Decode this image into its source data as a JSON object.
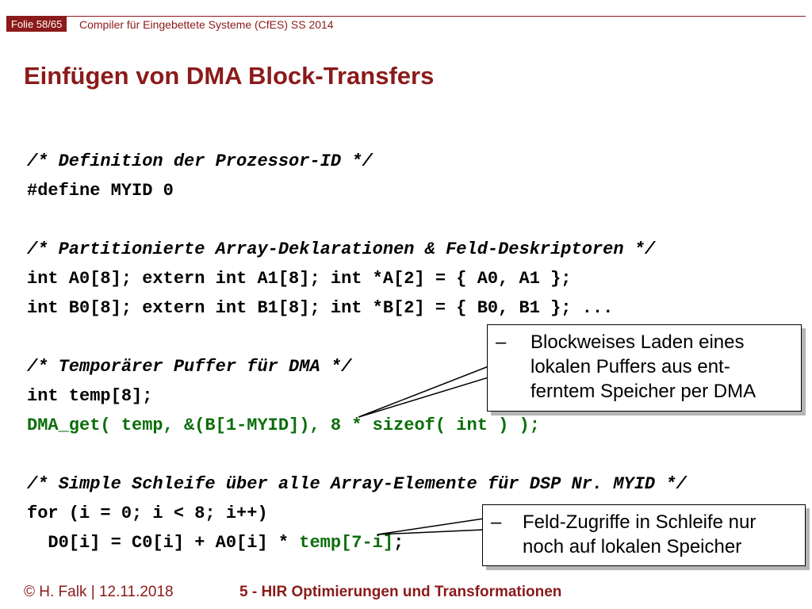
{
  "header": {
    "slide_number": "Folie 58/65",
    "course": "Compiler für Eingebettete Systeme (CfES) SS 2014"
  },
  "title": "Einfügen von DMA Block-Transfers",
  "code_lines": [
    "/* Definition der Prozessor-ID */",
    "#define MYID 0",
    "/* Partitionierte Array-Deklarationen & Feld-Deskriptoren */",
    "int A0[8]; extern int A1[8]; int *A[2] = { A0, A1 };",
    "int B0[8]; extern int B1[8]; int *B[2] = { B0, B1 }; ...",
    "/* Temporärer Puffer für DMA */",
    "int temp[8];",
    "DMA_get( temp, &(B[1-MYID]), 8 * sizeof( int ) );",
    "/* Simple Schleife über alle Array-Elemente für DSP Nr. MYID */",
    "for (i = 0; i < 8; i++)",
    "  D0[i] = C0[i] + A0[i] * ",
    "temp[7-i]",
    ";"
  ],
  "callouts": {
    "dma": {
      "dash": "–",
      "text": "Blockweises Laden eines\nlokalen Puffers aus ent-\nferntem Speicher per DMA"
    },
    "loop": {
      "dash": "–",
      "text": "Feld-Zugriffe in Schleife nur\nnoch auf lokalen Speicher"
    }
  },
  "footer": {
    "author_date": "© H. Falk | 12.11.2018",
    "chapter": "5 - HIR Optimierungen und Transformationen"
  },
  "colors": {
    "accent": "#8b1a1a",
    "code_highlight": "#0a6e0a"
  }
}
